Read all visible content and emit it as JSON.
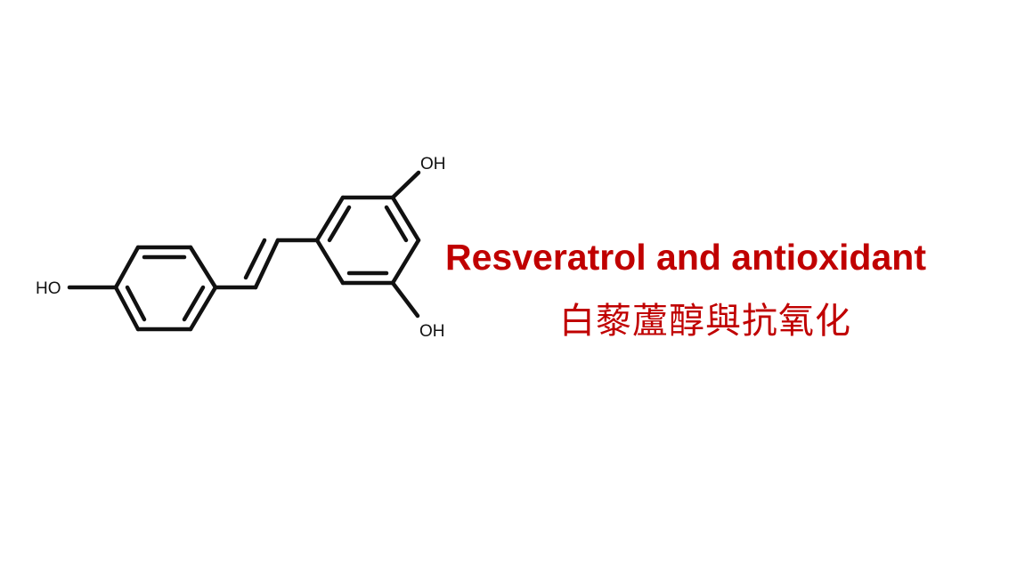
{
  "molecule": {
    "labels": {
      "oh_top": "OH",
      "oh_bottom": "OH",
      "ho_left": "HO"
    }
  },
  "caption": {
    "title_en": "Resveratrol and antioxidant",
    "title_zh": "白藜蘆醇與抗氧化"
  },
  "colors": {
    "caption": "#c00000",
    "structure": "#111111",
    "background": "#ffffff"
  }
}
